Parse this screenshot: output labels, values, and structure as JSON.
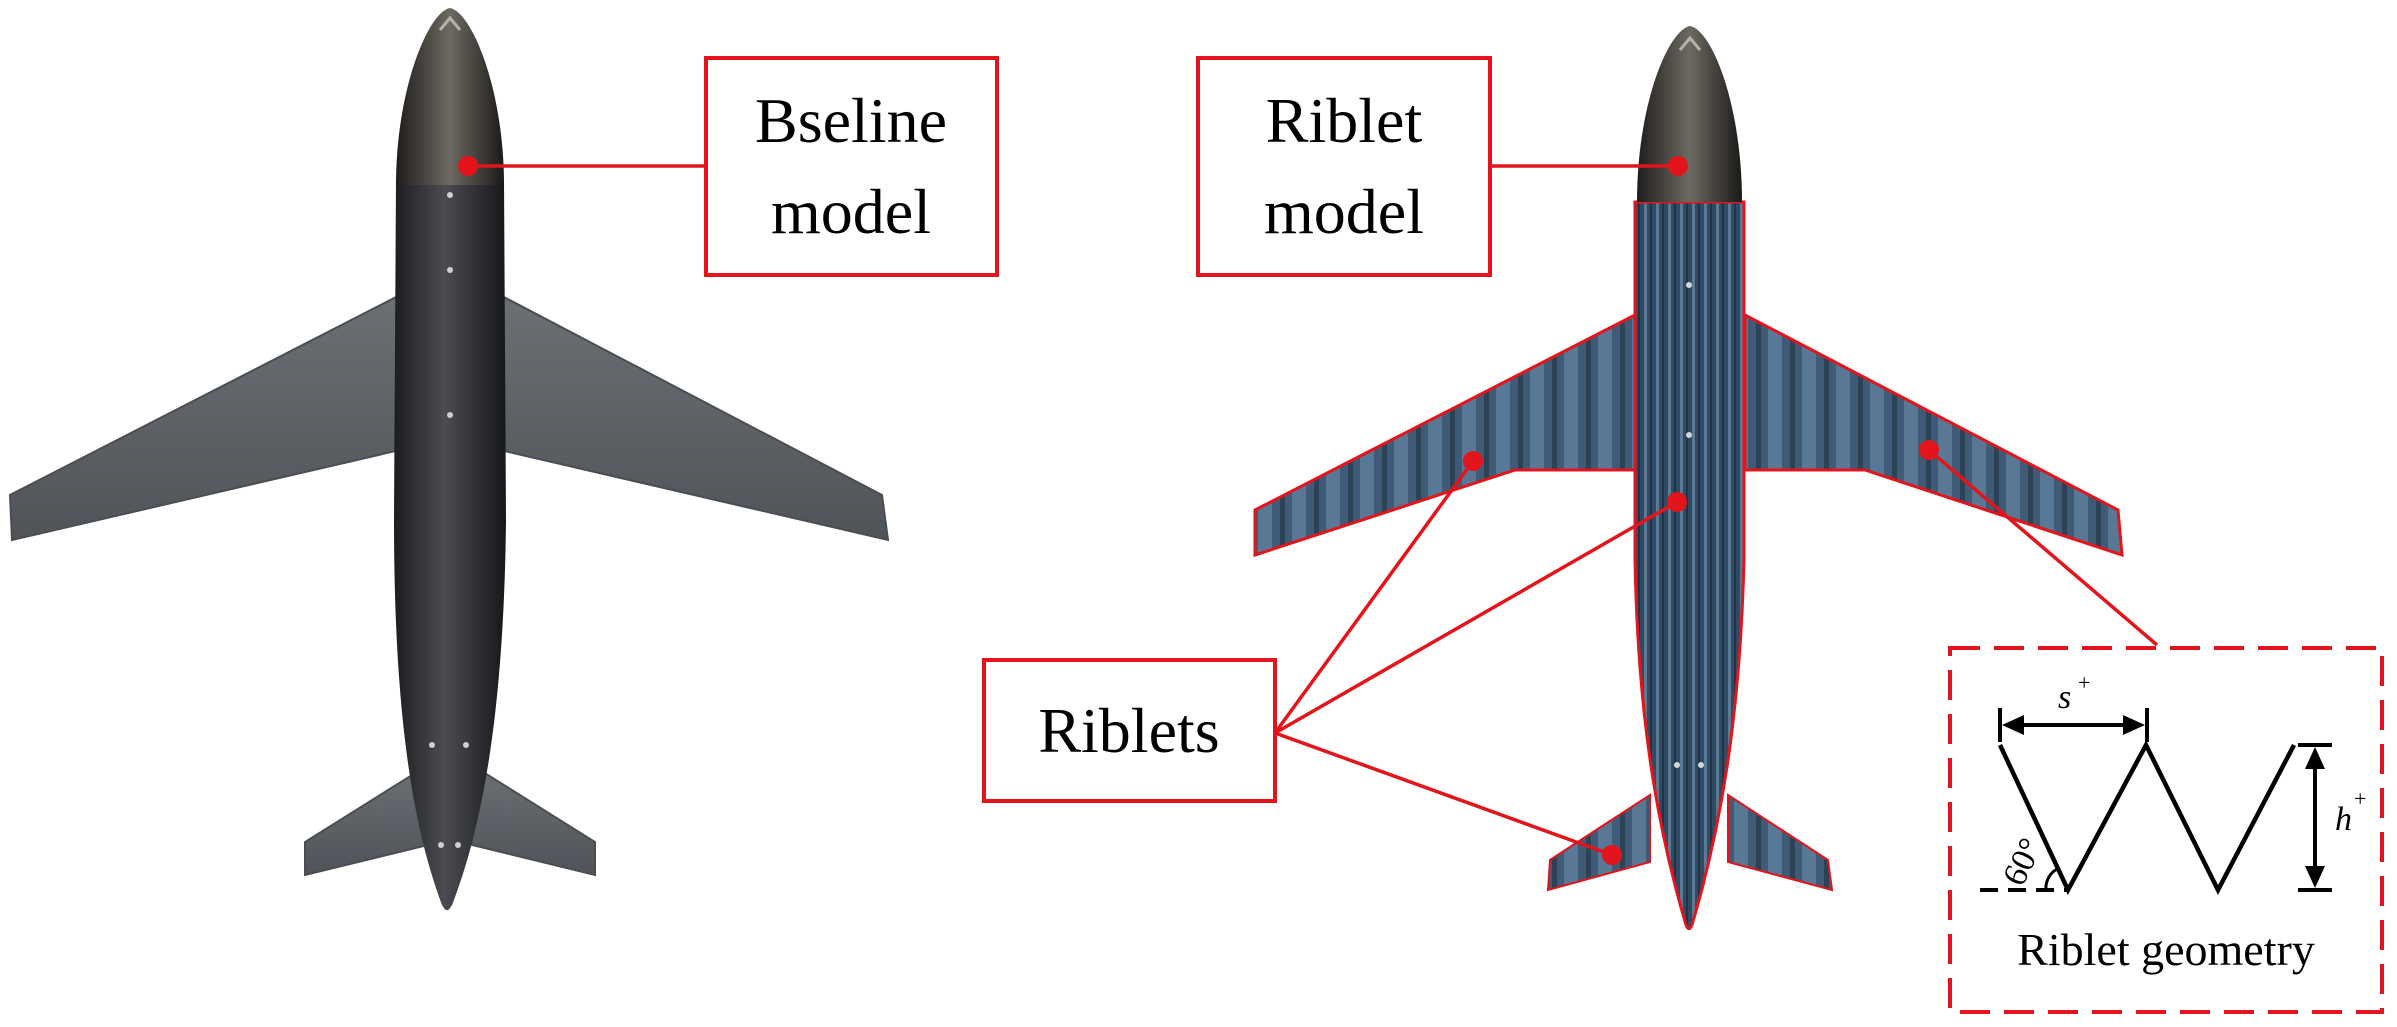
{
  "labels": {
    "baseline_line1": "Bseline",
    "baseline_line2": "model",
    "riblet_line1": "Riblet",
    "riblet_line2": "model",
    "riblets": "Riblets",
    "geometry_caption": "Riblet geometry",
    "spacing_symbol": "s",
    "spacing_superscript": "+",
    "height_symbol": "h",
    "height_superscript": "+",
    "angle": "60°"
  },
  "colors": {
    "accent_red": "#e3141b",
    "baseline_fuselage": "#2b2d31",
    "baseline_wing": "#5f6469",
    "riblet_surface": "#3d5a75",
    "nose_cone": "#3a3734"
  }
}
